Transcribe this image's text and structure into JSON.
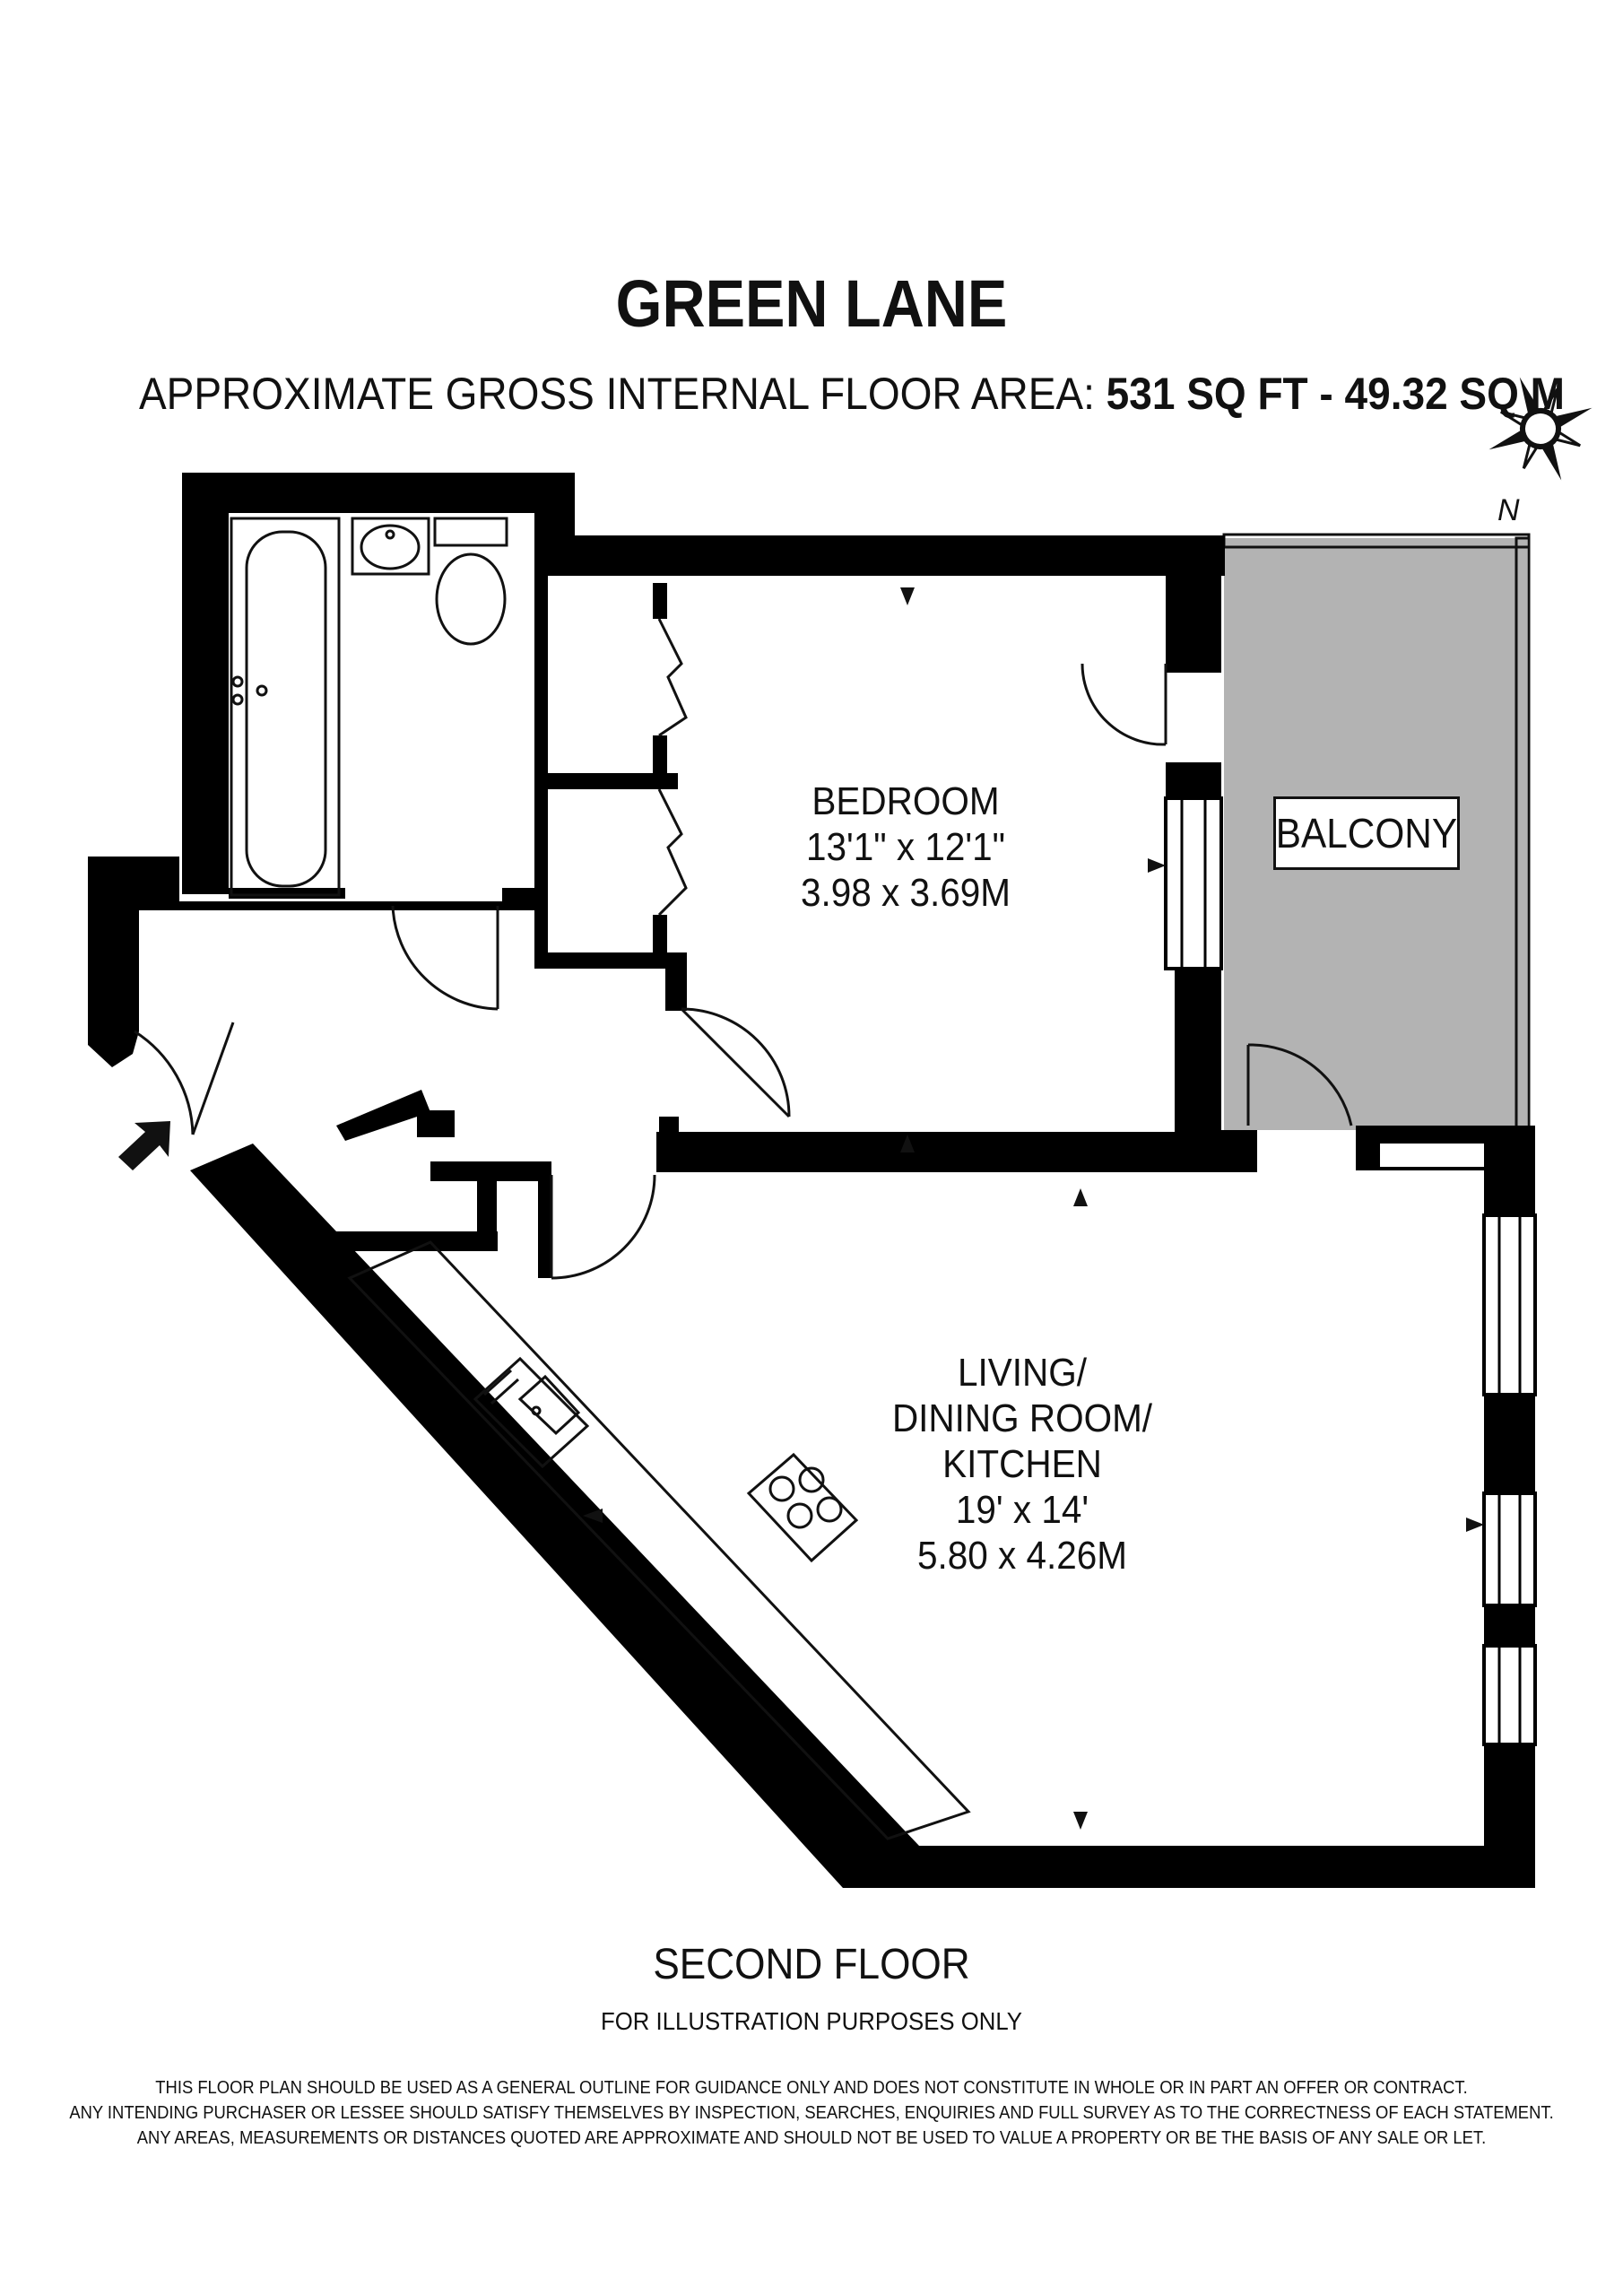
{
  "title": "GREEN LANE",
  "subtitle": {
    "label": "APPROXIMATE GROSS INTERNAL FLOOR AREA:",
    "area": "531 SQ FT  -  49.32 SQ M"
  },
  "compass": {
    "label": "N"
  },
  "rooms": {
    "bedroom": {
      "name": "BEDROOM",
      "imperial": "13'1\" x 12'1\"",
      "metric": "3.98 x 3.69M"
    },
    "balcony": {
      "name": "BALCONY"
    },
    "living": {
      "line1": "LIVING/",
      "line2": "DINING ROOM/",
      "line3": "KITCHEN",
      "imperial": "19' x 14'",
      "metric": "5.80 x 4.26M"
    }
  },
  "floor_label": "SECOND FLOOR",
  "illustration_note": "FOR ILLUSTRATION PURPOSES ONLY",
  "disclaimer": [
    "THIS FLOOR PLAN SHOULD BE USED AS A GENERAL OUTLINE FOR GUIDANCE ONLY AND DOES NOT CONSTITUTE IN WHOLE OR IN PART AN OFFER OR CONTRACT.",
    "ANY INTENDING PURCHASER OR LESSEE SHOULD SATISFY THEMSELVES BY INSPECTION, SEARCHES, ENQUIRIES AND FULL SURVEY AS TO THE CORRECTNESS OF EACH STATEMENT.",
    "ANY AREAS, MEASUREMENTS OR DISTANCES QUOTED ARE APPROXIMATE AND SHOULD NOT BE USED TO VALUE A PROPERTY OR BE THE BASIS OF ANY SALE OR LET."
  ],
  "colors": {
    "wall": "#000000",
    "balcony_fill": "#b3b3b3",
    "background": "#ffffff"
  },
  "icons": [
    "compass-icon",
    "bathtub-icon",
    "basin-icon",
    "toilet-icon",
    "sink-icon",
    "hob-icon",
    "entrance-arrow-icon"
  ]
}
